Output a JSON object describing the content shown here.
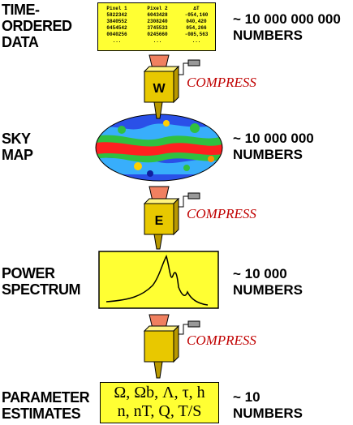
{
  "steps": [
    {
      "id": "tod",
      "label_lines": [
        "TIME-",
        "ORDERED",
        "DATA"
      ],
      "count_lines": [
        "~ 10 000 000 000",
        "NUMBERS"
      ]
    },
    {
      "id": "map",
      "label_lines": [
        "SKY",
        "MAP"
      ],
      "count_lines": [
        "~ 10 000 000",
        "NUMBERS"
      ]
    },
    {
      "id": "spectrum",
      "label_lines": [
        "POWER",
        "SPECTRUM"
      ],
      "count_lines": [
        "~ 10 000",
        "NUMBERS"
      ]
    },
    {
      "id": "params",
      "label_lines": [
        "PARAMETER",
        "ESTIMATES"
      ],
      "count_lines": [
        "~ 10",
        "NUMBERS"
      ]
    }
  ],
  "compressors": [
    {
      "letter": "W",
      "label": "COMPRESS"
    },
    {
      "letter": "E",
      "label": "COMPRESS"
    },
    {
      "letter": "",
      "label": "COMPRESS"
    }
  ],
  "tod_table": {
    "columns": [
      {
        "header": "Pixel 1",
        "cells": [
          "5822342",
          "3840552",
          "0454542",
          "0040256",
          "..."
        ]
      },
      {
        "header": "Pixel 2",
        "cells": [
          "6043428",
          "2308240",
          "3745533",
          "0245660",
          "..."
        ]
      },
      {
        "header": "∆T",
        "cells": [
          "-054,160",
          "040,420",
          "054,266",
          "-085,563",
          "..."
        ]
      }
    ]
  },
  "params": {
    "line1": "Ω, Ωb, Λ, τ, h",
    "line2": "n, nT, Q, T/S"
  },
  "colors": {
    "box_fill": "#ffff33",
    "compress_text": "#c00000",
    "compressor_body": "#e8c800",
    "nozzle": "#f08060"
  }
}
